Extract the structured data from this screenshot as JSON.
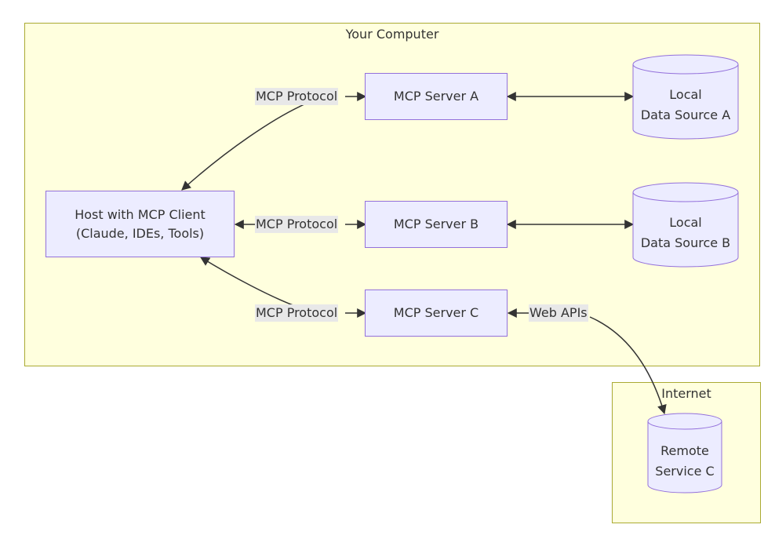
{
  "clusters": {
    "computer": {
      "title": "Your Computer"
    },
    "internet": {
      "title": "Internet"
    }
  },
  "nodes": {
    "host": {
      "line1": "Host with MCP Client",
      "line2": "(Claude, IDEs, Tools)"
    },
    "server_a": {
      "label": "MCP Server A"
    },
    "server_b": {
      "label": "MCP Server B"
    },
    "server_c": {
      "label": "MCP Server C"
    },
    "data_a": {
      "line1": "Local",
      "line2": "Data Source A"
    },
    "data_b": {
      "line1": "Local",
      "line2": "Data Source B"
    },
    "remote_c": {
      "line1": "Remote",
      "line2": "Service C"
    }
  },
  "edge_labels": {
    "a": "MCP Protocol",
    "b": "MCP Protocol",
    "c": "MCP Protocol",
    "web": "Web APIs"
  },
  "colors": {
    "cluster_fill": "#ffffde",
    "cluster_border": "#aaaa33",
    "node_fill": "#ececff",
    "node_border": "#9370db",
    "edge_label_bg": "#e8e8e8",
    "line": "#333333"
  }
}
